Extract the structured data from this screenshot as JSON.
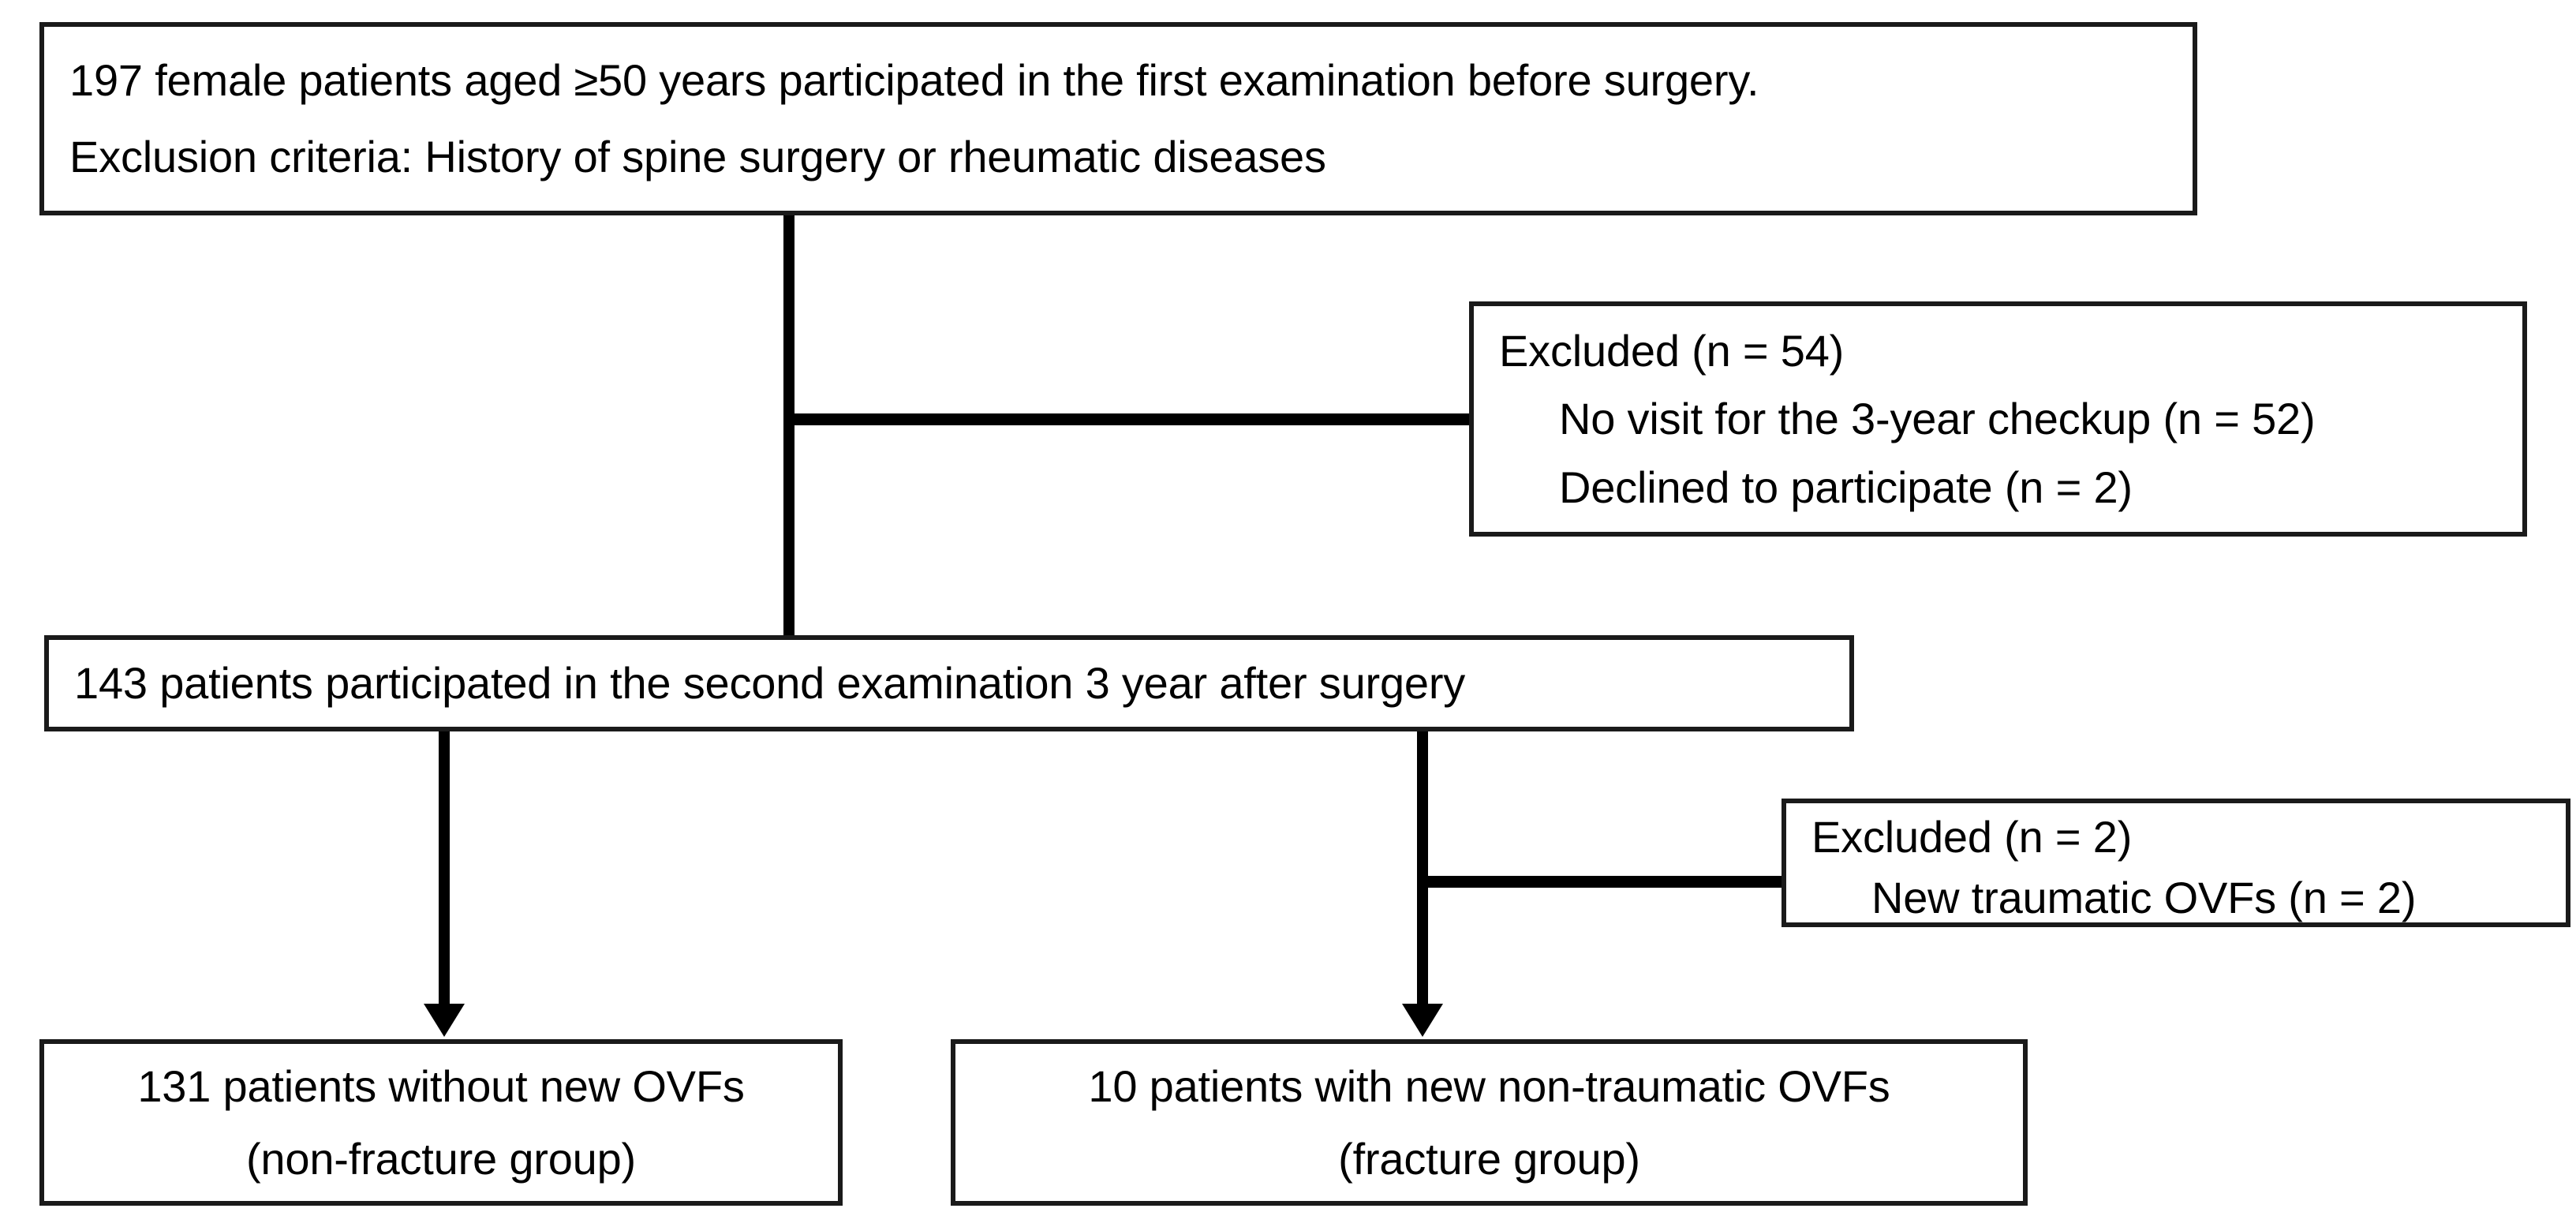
{
  "diagram": {
    "title": "Study participant flow diagram",
    "colors": {
      "box_border": "#1a1a1a",
      "connector": "#000000",
      "background": "#ffffff",
      "text": "#000000"
    },
    "boxes": {
      "enrollment": {
        "lines": [
          "197 female patients aged ≥50 years participated in the first examination before surgery.",
          "Exclusion criteria: History of spine surgery or rheumatic diseases"
        ]
      },
      "excluded_first": {
        "heading": "Excluded (n = 54)",
        "reasons": [
          "No visit for the 3-year checkup (n = 52)",
          "Declined to participate (n = 2)"
        ]
      },
      "second_exam": {
        "lines": [
          "143 patients participated in the second examination 3 year after surgery"
        ]
      },
      "excluded_second": {
        "heading": "Excluded (n = 2)",
        "reasons": [
          "New traumatic OVFs (n = 2)"
        ]
      },
      "non_fracture_group": {
        "lines": [
          "131 patients without new OVFs",
          "(non-fracture group)"
        ]
      },
      "fracture_group": {
        "lines": [
          "10 patients with new non-traumatic OVFs",
          "(fracture group)"
        ]
      }
    },
    "connectors": [
      {
        "name": "enrollment-to-second-exam",
        "kind": "arrow-down"
      },
      {
        "name": "enrollment-to-excluded-first",
        "kind": "elbow-right"
      },
      {
        "name": "second-exam-to-non-fracture",
        "kind": "arrow-down"
      },
      {
        "name": "second-exam-to-fracture",
        "kind": "arrow-down"
      },
      {
        "name": "second-exam-to-excluded-second",
        "kind": "elbow-right"
      }
    ]
  }
}
